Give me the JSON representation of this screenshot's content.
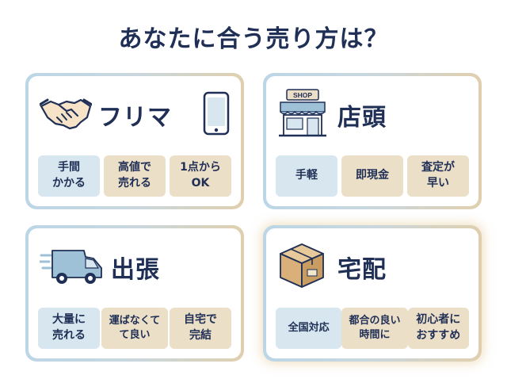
{
  "title": "あなたに合う売り方は？",
  "colors": {
    "navy": "#1f2f55",
    "tag_blue": "#d7e6ef",
    "tag_beige": "#ecdfc8",
    "border_blue": "#bcd6e6",
    "border_beige": "#e0cfae"
  },
  "cards": [
    {
      "title": "フリマ",
      "icons": [
        "handshake-icon",
        "smartphone-icon"
      ],
      "tags": [
        "手間\nかかる",
        "高値で\n売れる",
        "1点から\nOK"
      ]
    },
    {
      "title": "店頭",
      "icons": [
        "shop-icon"
      ],
      "shop_sign": "SHOP",
      "tags": [
        "手軽",
        "即現金",
        "査定が\n早い"
      ]
    },
    {
      "title": "出張",
      "icons": [
        "delivery-van-icon"
      ],
      "tags": [
        "大量に\n売れる",
        "運ばなくて\nて良い",
        "自宅で\n完結"
      ]
    },
    {
      "title": "宅配",
      "icons": [
        "cardboard-box-icon"
      ],
      "tags": [
        "全国対応",
        "都合の良い\n時間に",
        "初心者に\nおすすめ"
      ]
    }
  ]
}
